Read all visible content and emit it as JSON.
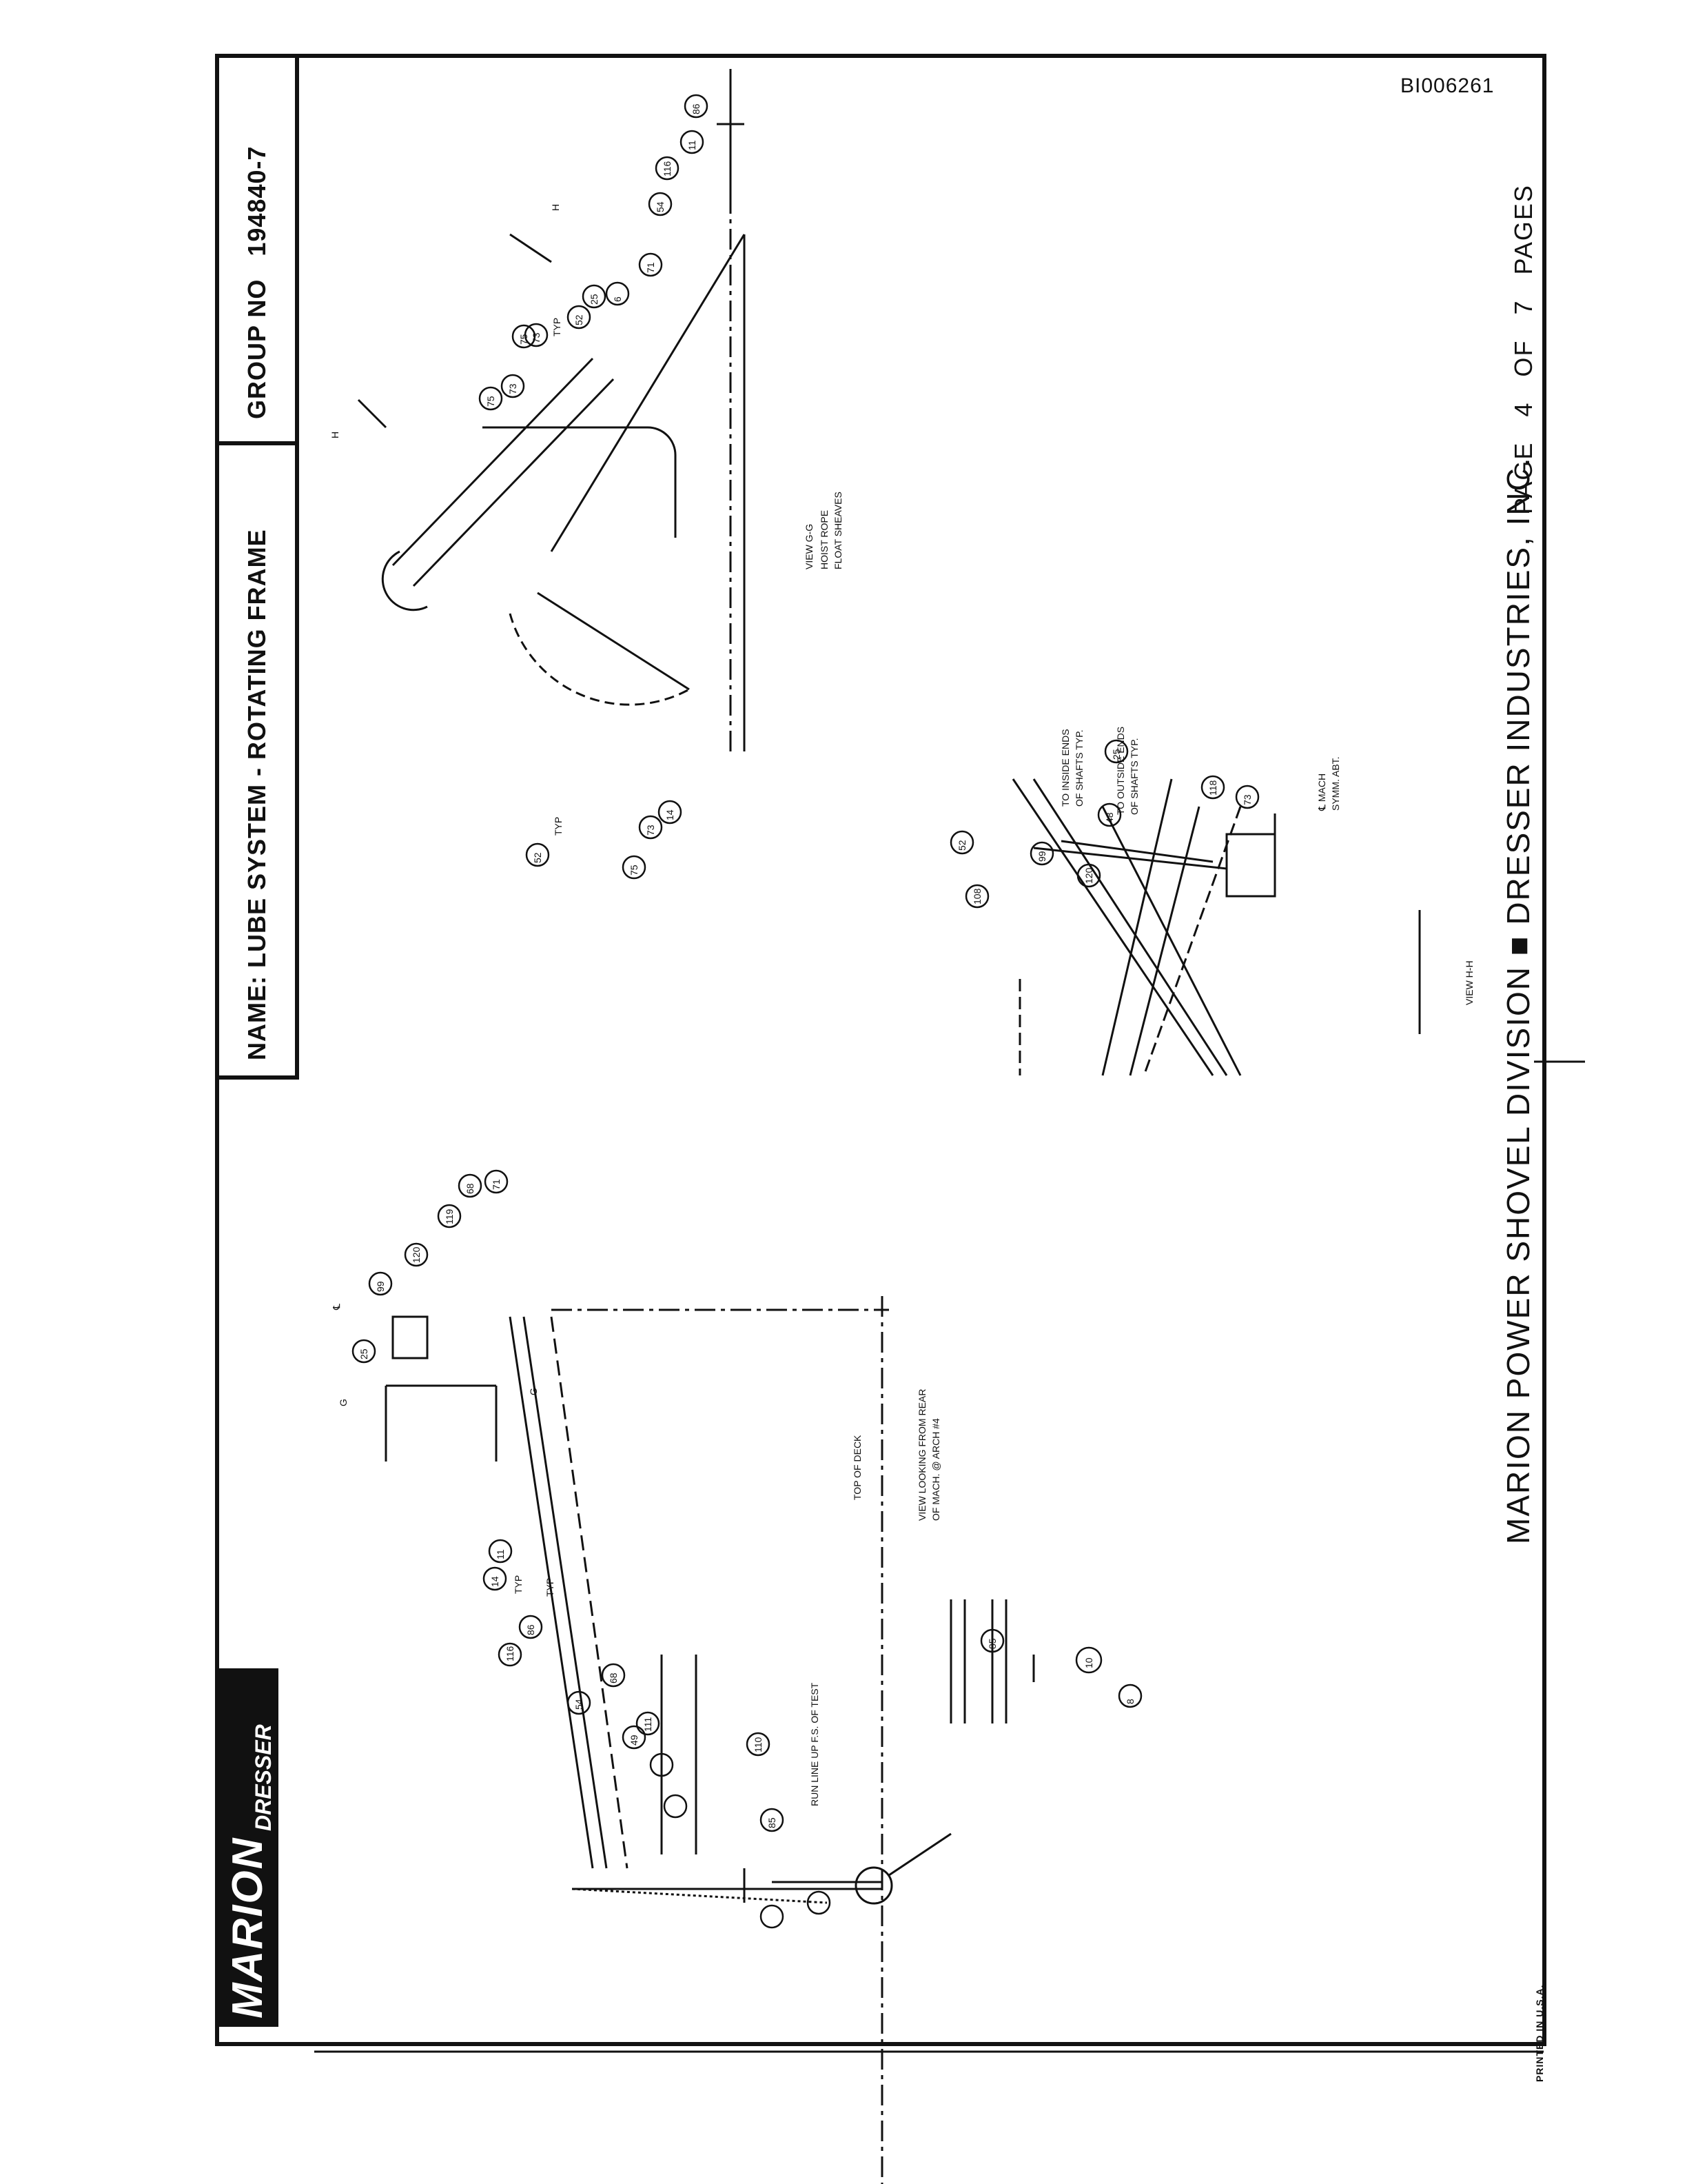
{
  "document": {
    "doc_id": "BI006261",
    "name_line": "NAME: LUBE SYSTEM - ROTATING FRAME",
    "group_label": "GROUP NO",
    "group_number": "194840-7",
    "brand_logo": "MARION",
    "brand_sub_logo": "DRESSER",
    "division_footer": "MARION POWER SHOVEL DIVISION",
    "company_footer": "DRESSER INDUSTRIES, INC.",
    "page_label": "PAGE",
    "page_number": "4",
    "of_label": "OF",
    "total_pages": "7",
    "pages_label": "PAGES",
    "printed_note": "PRINTED IN U.S.A."
  },
  "views": {
    "rear_view": {
      "caption_1": "VIEW LOOKING FROM REAR",
      "caption_2": "OF MACH. @ ARCH #4",
      "deck_label": "TOP OF DECK",
      "run_line_note": "RUN LINE UP F.S. OF TEST",
      "section_mark": "G",
      "centerline_mark": "℄"
    },
    "view_gg": {
      "caption": "VIEW G-G",
      "sub_1": "HOIST ROPE",
      "sub_2": "FLOAT SHEAVES",
      "section_mark": "H"
    },
    "view_hh": {
      "caption": "VIEW H-H",
      "note_inside": "TO INSIDE ENDS",
      "note_inside_2": "OF SHAFTS TYP.",
      "note_outside": "TO OUTSIDE ENDS",
      "note_outside_2": "OF SHAFTS TYP.",
      "note_symm_1": "℄ MACH",
      "note_symm_2": "SYMM. ABT."
    }
  },
  "callouts": {
    "typ": "TYP",
    "c11": "11",
    "c14": "14",
    "c119": "119",
    "c86": "86",
    "c118": "118",
    "c54": "54",
    "c116": "116",
    "c68": "68",
    "c71": "71",
    "c49": "49",
    "c111": "111",
    "c110": "110",
    "c85": "85",
    "c10": "10",
    "c8": "8",
    "c25": "25",
    "c99": "99",
    "c120": "120",
    "c73": "73",
    "c75": "75",
    "c52": "52",
    "c6": "6",
    "c48": "48",
    "c108": "108"
  }
}
